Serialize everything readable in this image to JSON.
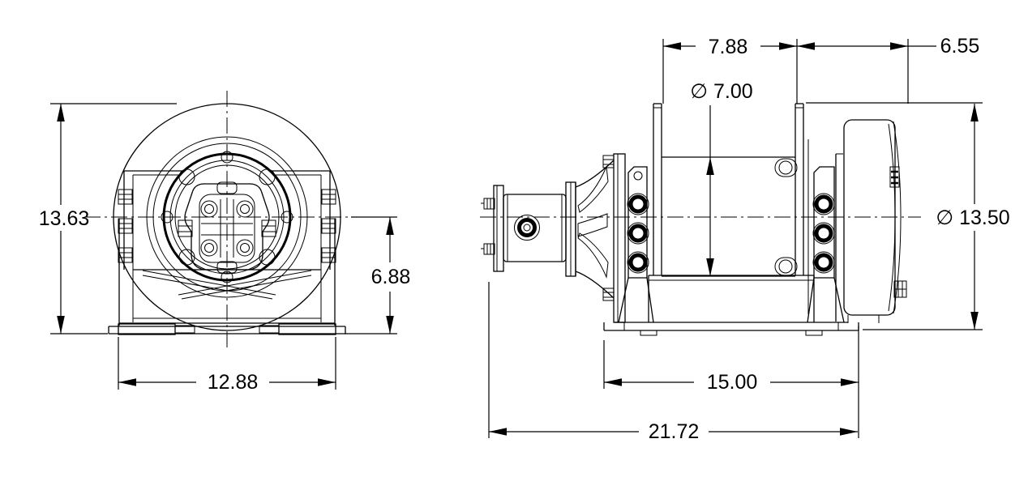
{
  "drawing": {
    "kind": "engineering-dimension-drawing",
    "subject": "hydraulic planetary winch - front and side orthographic views",
    "background_color": "#ffffff",
    "line_color": "#000000",
    "text_color": "#000000"
  },
  "views": {
    "front": {
      "name": "front-view",
      "dims": {
        "overall_height": "13.63",
        "center_height": "6.88",
        "base_width": "12.88"
      }
    },
    "side": {
      "name": "side-view",
      "dims": {
        "drum_length": "7.88",
        "clutch_end_length": "6.55",
        "barrel_diameter": "∅ 7.00",
        "flange_diameter": "∅ 13.50",
        "base_length": "15.00",
        "overall_length": "21.72"
      }
    }
  }
}
